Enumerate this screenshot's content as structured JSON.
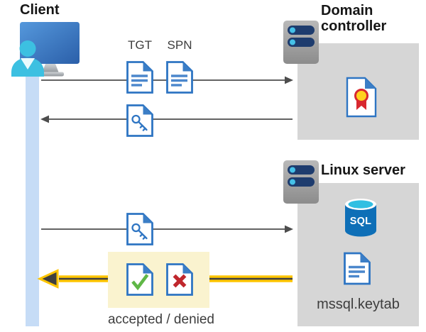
{
  "palette": {
    "box_gray": "#d6d6d6",
    "doc_blue": "#2e75c3",
    "doc_fold_blue": "#3b7ec6",
    "arrow_gray": "#4d4d4d",
    "highlight_yellow": "#faf3cf",
    "arrow_yellow": "#fdc500",
    "timeline_blue": "#c6dcf6",
    "check_green": "#5fb746",
    "cross_red": "#c0272d",
    "cert_red": "#d8282f",
    "cert_gold": "#ffd21f",
    "sql_body_blue": "#0e6fb7",
    "sql_top_cyan": "#31bfe2",
    "server_pill_navy": "#1e3c6e",
    "server_dot_cyan": "#45c1e8"
  },
  "client": {
    "label": "Client"
  },
  "domain_controller": {
    "label": "Domain controller"
  },
  "linux_server": {
    "label": "Linux server",
    "sql_label": "SQL",
    "keytab_label": "mssql.keytab"
  },
  "flow_labels": {
    "tgt": "TGT",
    "spn": "SPN",
    "result": "accepted / denied"
  }
}
